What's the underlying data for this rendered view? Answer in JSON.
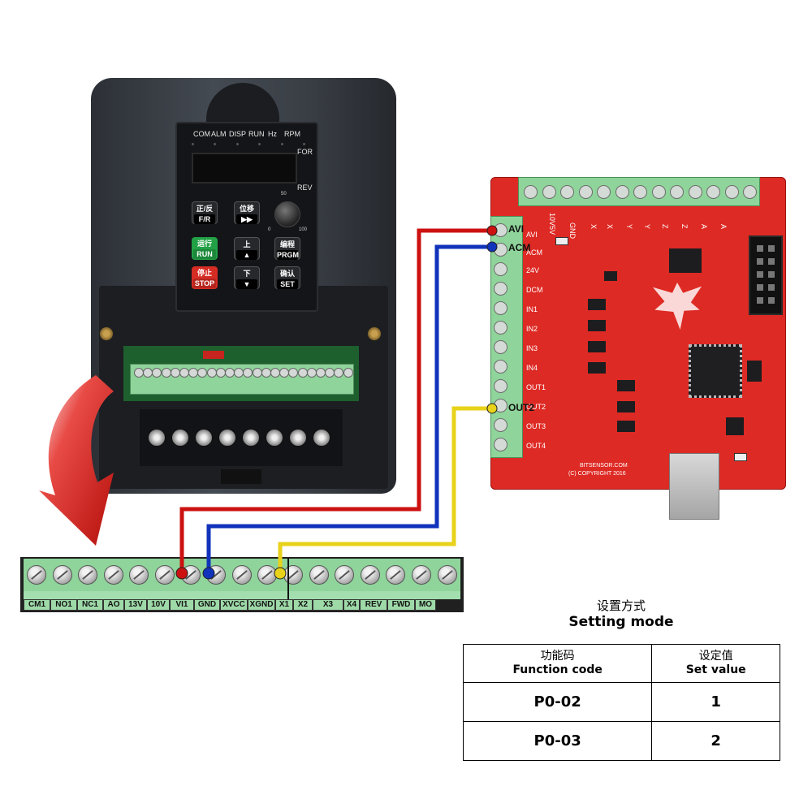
{
  "inverter": {
    "indicators": [
      "COM",
      "ALM",
      "DISP",
      "RUN",
      "Hz",
      "RPM"
    ],
    "direction_labels": [
      "FOR",
      "REV"
    ],
    "knob_scale": [
      "50",
      "0",
      "100"
    ],
    "keys": [
      {
        "cn": "正/反",
        "en": "F/R"
      },
      {
        "cn": "位移",
        "en": "▶▶"
      },
      {
        "cn": "运行",
        "en": "RUN"
      },
      {
        "cn": "上",
        "en": "▲"
      },
      {
        "cn": "编程",
        "en": "PRGM"
      },
      {
        "cn": "停止",
        "en": "STOP"
      },
      {
        "cn": "下",
        "en": "▼"
      },
      {
        "cn": "确认",
        "en": "SET"
      }
    ]
  },
  "board": {
    "top_terminals": [
      "10V",
      "5V",
      "GND",
      "X",
      "X",
      "Y",
      "Y",
      "Z",
      "Z",
      "A",
      "A"
    ],
    "left_terminals": [
      "AVI",
      "ACM",
      "24V",
      "DCM",
      "IN1",
      "IN2",
      "IN3",
      "IN4",
      "OUT1",
      "OUT2",
      "OUT3",
      "OUT4"
    ],
    "brand": "BITSENSOR.COM",
    "copyright": "(C) COPYRIGHT 2016"
  },
  "connections": [
    {
      "label": "AVI",
      "color": "#cc1111"
    },
    {
      "label": "ACM",
      "color": "#1133bb"
    },
    {
      "label": "OUT2",
      "color": "#e8d21a"
    }
  ],
  "terminal_strip": {
    "labels": [
      "CM1",
      "NO1",
      "NC1",
      "AO",
      "13V",
      "10V",
      "VI1",
      "GND",
      "XVCC",
      "XGND",
      "X1",
      "X2",
      "X3",
      "X4",
      "REV",
      "FWD",
      "MO"
    ]
  },
  "setting_mode": {
    "title_cn": "设置方式",
    "title_en": "Setting mode",
    "header": {
      "col1_cn": "功能码",
      "col1_en": "Function code",
      "col2_cn": "设定值",
      "col2_en": "Set value"
    },
    "rows": [
      {
        "code": "P0-02",
        "value": "1"
      },
      {
        "code": "P0-03",
        "value": "2"
      }
    ]
  }
}
